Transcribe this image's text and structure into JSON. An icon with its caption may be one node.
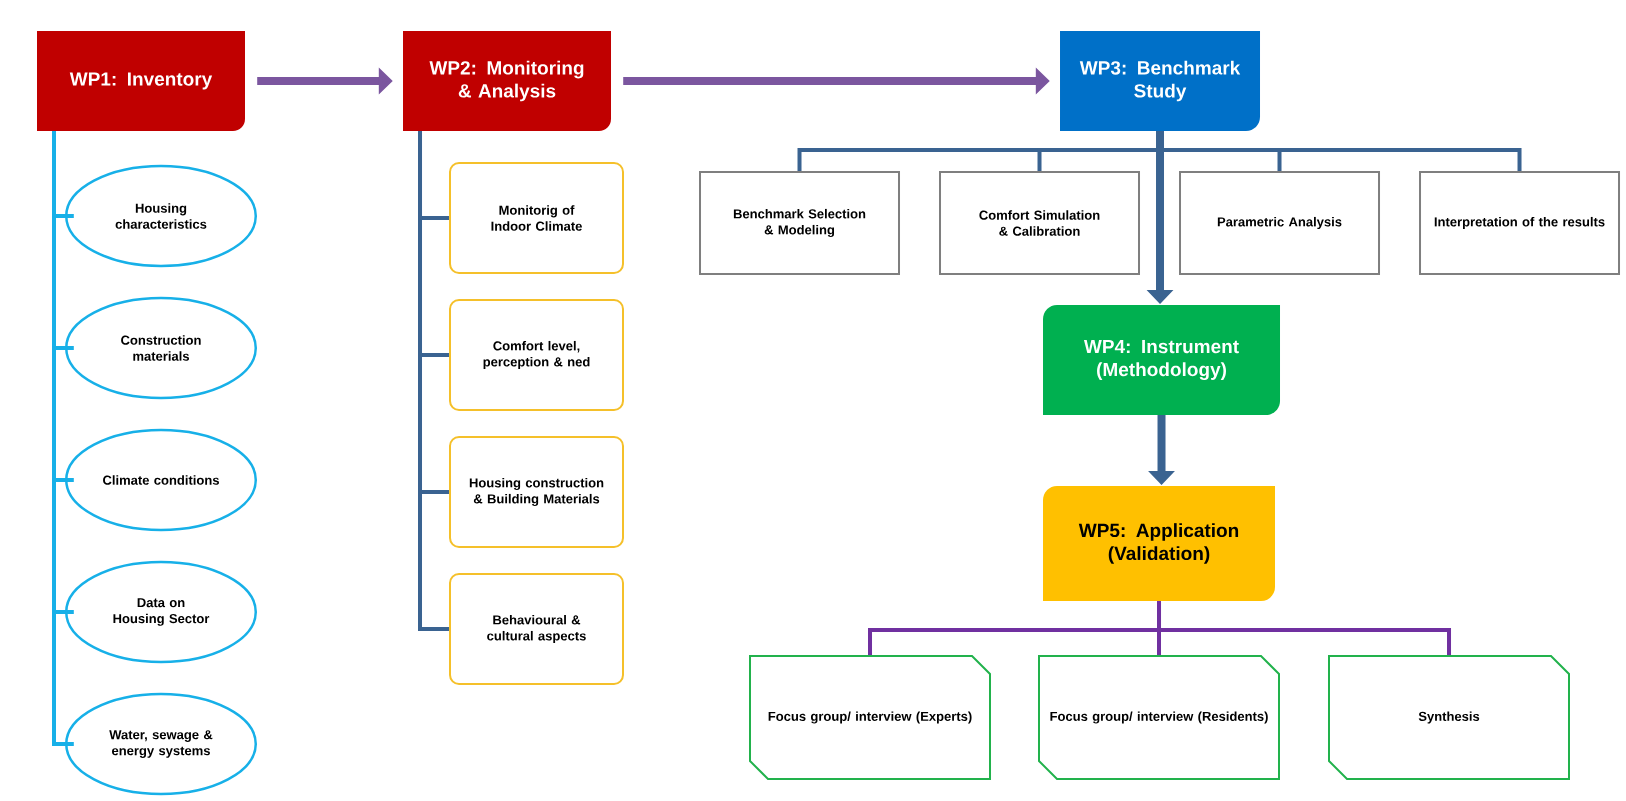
{
  "diagram": {
    "nodes": [
      {
        "text": [
          "WP1: Inventory"
        ]
      },
      {
        "text": [
          "WP2: Monitoring & Analysis"
        ]
      },
      {
        "text": [
          "WP3: Benchmark Study"
        ]
      },
      {
        "text": [
          "WP4: Instrument (Methodology)"
        ]
      },
      {
        "text": [
          "WP5: Application (Validation)"
        ]
      },
      {
        "text": [
          "Housing characteristics"
        ]
      },
      {
        "text": [
          "Construction materials"
        ]
      },
      {
        "text": [
          "Climate conditions"
        ]
      },
      {
        "text": [
          "Data on Housing Sector"
        ]
      },
      {
        "text": [
          "Water, sewage & energy systems"
        ]
      },
      {
        "text": [
          "Monitorig of Indoor Climate"
        ]
      },
      {
        "text": [
          "Comfort level, perception & ned"
        ]
      },
      {
        "text": [
          "Housing construction & Building Materials"
        ]
      },
      {
        "text": [
          "Behavioural & cultural aspects"
        ]
      },
      {
        "text": [
          "Benchmark Selection & Modeling"
        ]
      },
      {
        "text": [
          "Comfort Simulation & Calibration"
        ]
      },
      {
        "text": [
          "Parametric Analysis"
        ]
      },
      {
        "text": [
          "Interpretation of the results"
        ]
      },
      {
        "text": [
          "Focus group/ interview (Experts)"
        ]
      },
      {
        "text": [
          "Focus group/ interview (Residents)"
        ]
      },
      {
        "text": [
          "Synthesis"
        ]
      }
    ],
    "edges": [
      {
        "from": 0,
        "to": 1,
        "arrow": "to",
        "style": "thick",
        "color": "#7b569f"
      },
      {
        "from": 1,
        "to": 2,
        "arrow": "to",
        "style": "thick",
        "color": "#7b569f"
      },
      {
        "from": 0,
        "to": 5,
        "arrow": "none",
        "color": "#17b0e8"
      },
      {
        "from": 0,
        "to": 6,
        "arrow": "none",
        "color": "#17b0e8"
      },
      {
        "from": 0,
        "to": 7,
        "arrow": "none",
        "color": "#17b0e8"
      },
      {
        "from": 0,
        "to": 8,
        "arrow": "none",
        "color": "#17b0e8"
      },
      {
        "from": 0,
        "to": 9,
        "arrow": "none",
        "color": "#17b0e8"
      },
      {
        "from": 1,
        "to": 10,
        "arrow": "none"
      },
      {
        "from": 1,
        "to": 11,
        "arrow": "none"
      },
      {
        "from": 1,
        "to": 12,
        "arrow": "none"
      },
      {
        "from": 1,
        "to": 13,
        "arrow": "none"
      },
      {
        "from": 2,
        "to": 14,
        "arrow": "none"
      },
      {
        "from": 2,
        "to": 15,
        "arrow": "none"
      },
      {
        "from": 2,
        "to": 16,
        "arrow": "none"
      },
      {
        "from": 2,
        "to": 17,
        "arrow": "none"
      },
      {
        "from": 2,
        "to": 3,
        "arrow": "to",
        "style": "thick"
      },
      {
        "from": 3,
        "to": 4,
        "arrow": "to",
        "style": "thick"
      },
      {
        "from": 4,
        "to": 18,
        "arrow": "none",
        "color": "#7030a0"
      },
      {
        "from": 4,
        "to": 19,
        "arrow": "none",
        "color": "#7030a0"
      },
      {
        "from": 4,
        "to": 20,
        "arrow": "none",
        "color": "#7030a0"
      }
    ]
  }
}
